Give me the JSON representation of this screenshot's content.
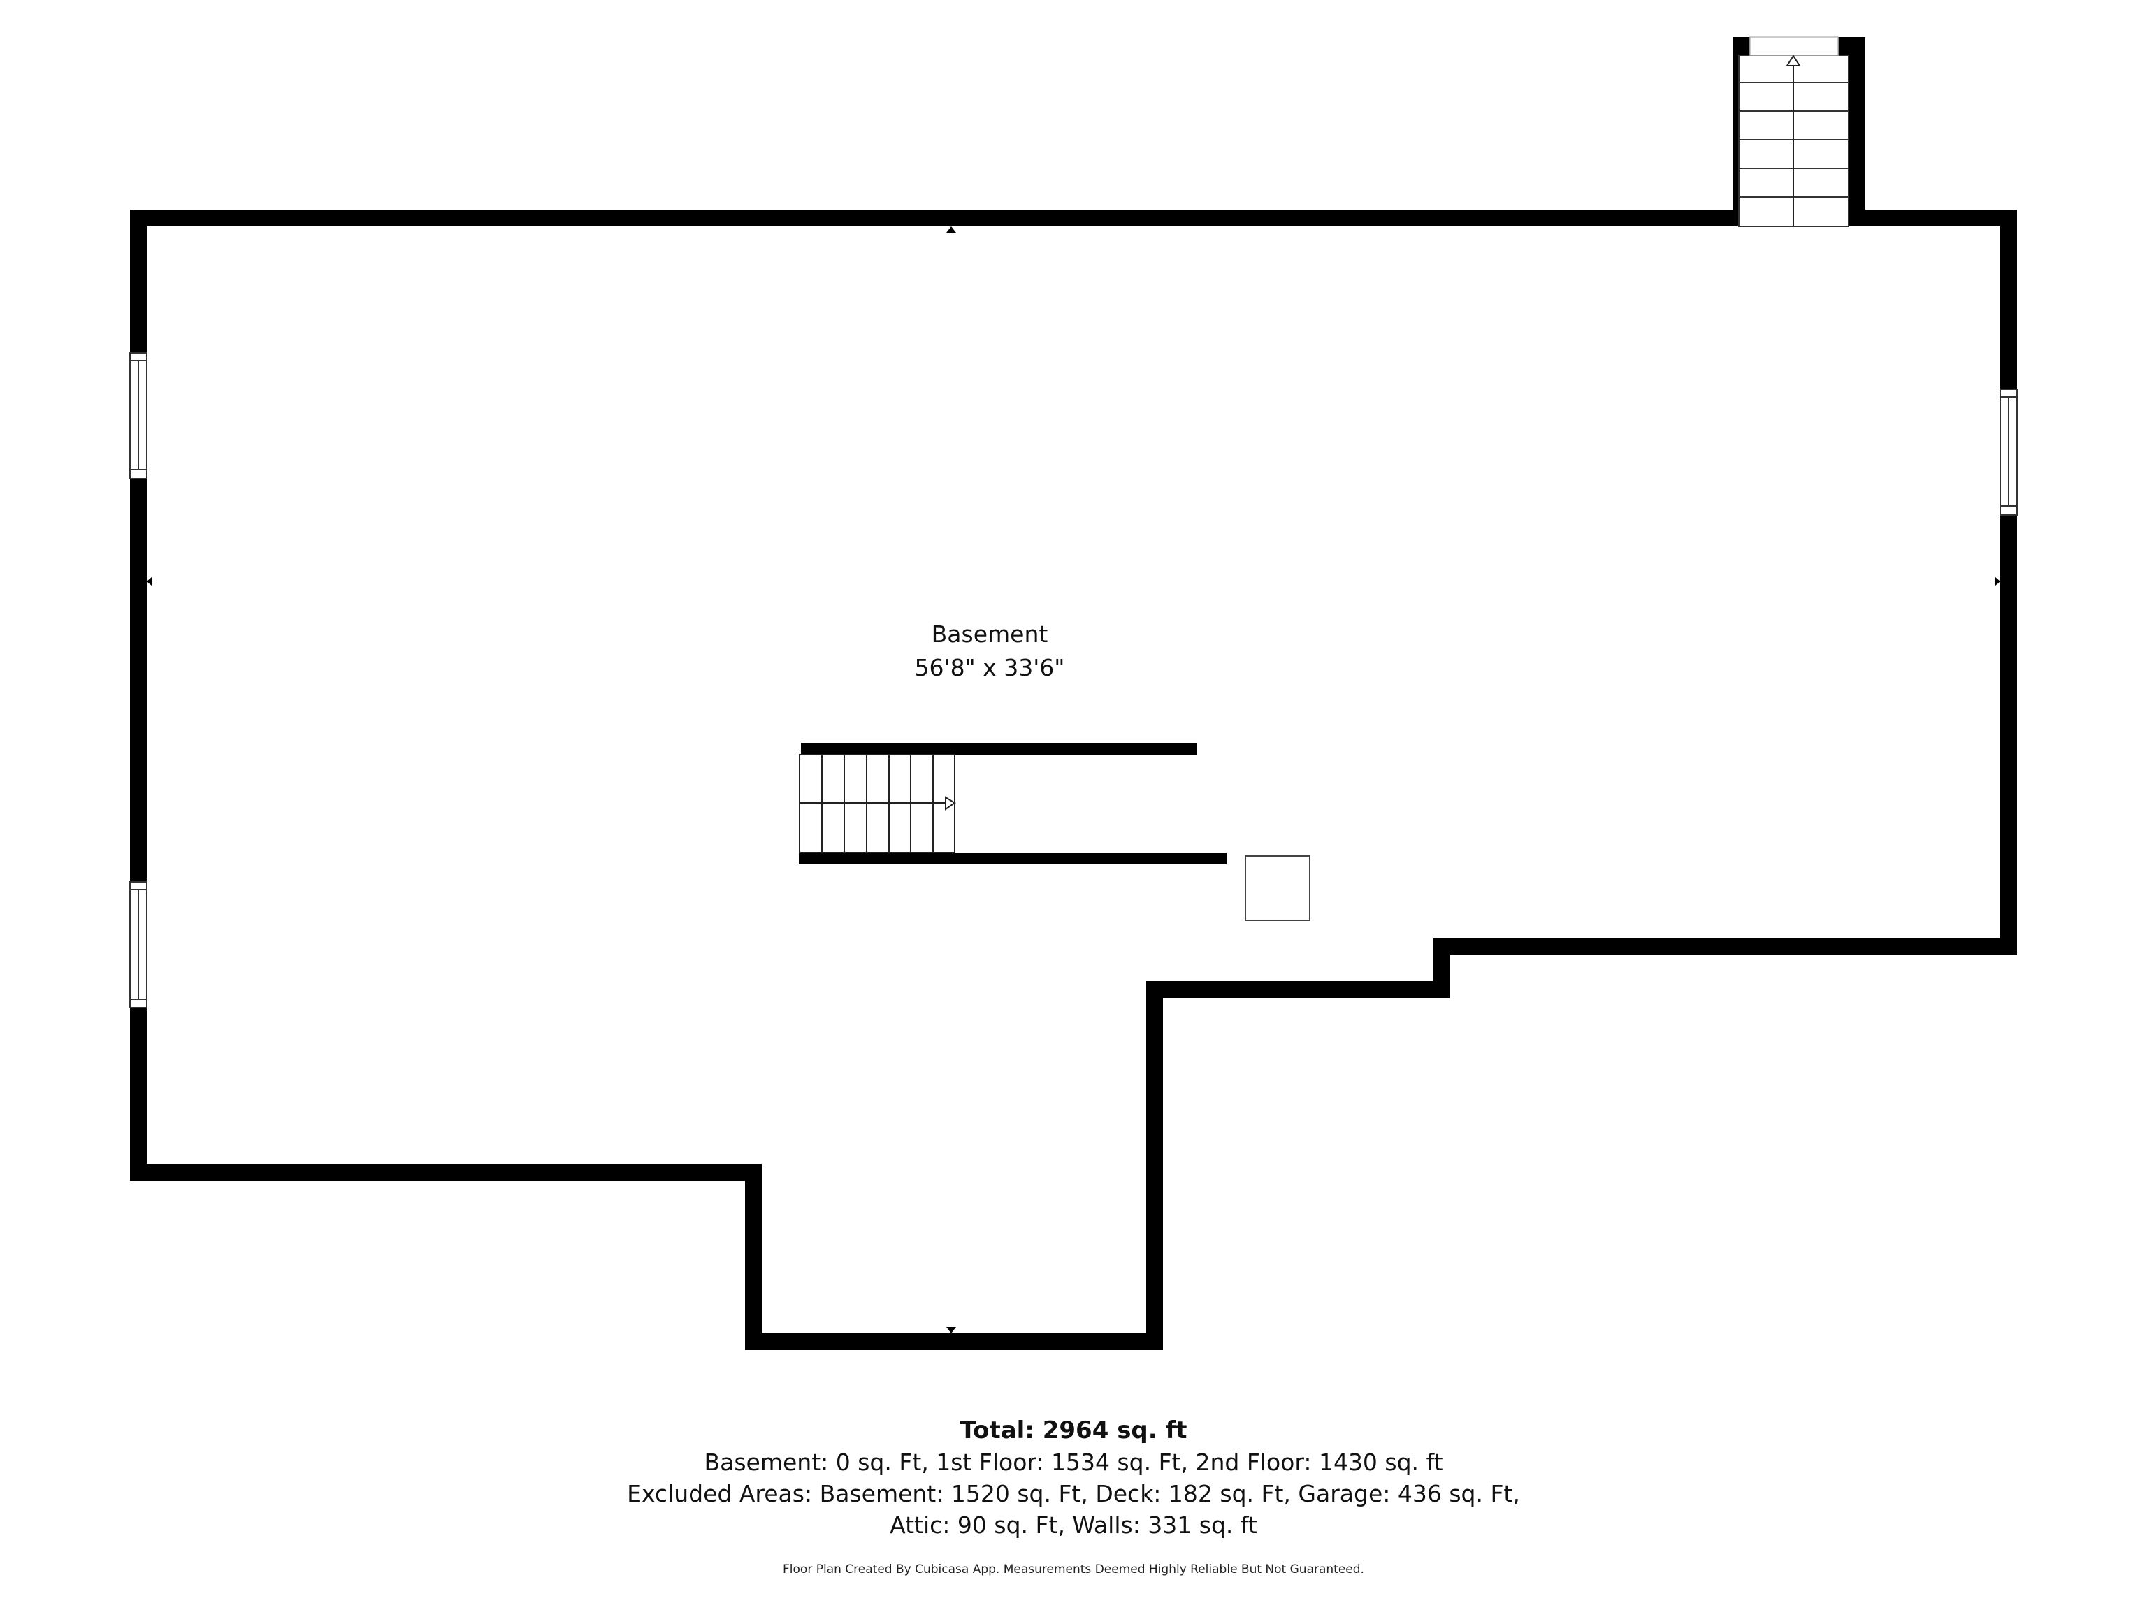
{
  "room": {
    "name": "Basement",
    "dimensions": "56'8\" x 33'6\""
  },
  "summary": {
    "total": "Total: 2964 sq. ft",
    "floors": "Basement: 0 sq. Ft, 1st Floor: 1534 sq. Ft, 2nd Floor: 1430 sq. ft",
    "excluded_line1": "Excluded Areas: Basement: 1520 sq. Ft, Deck: 182 sq. Ft, Garage: 436 sq. Ft,",
    "excluded_line2": "Attic: 90 sq. Ft, Walls: 331 sq. ft"
  },
  "disclaimer": "Floor Plan Created By Cubicasa App. Measurements Deemed Highly Reliable But Not Guaranteed.",
  "colors": {
    "wall": "#000000",
    "background": "#ffffff",
    "stair_line": "#333333"
  },
  "features": {
    "windows": [
      "left-wall-upper",
      "left-wall-lower",
      "right-wall"
    ],
    "stairs": [
      "exterior-stair-top-right",
      "interior-stair-center"
    ],
    "column": "square-post"
  }
}
